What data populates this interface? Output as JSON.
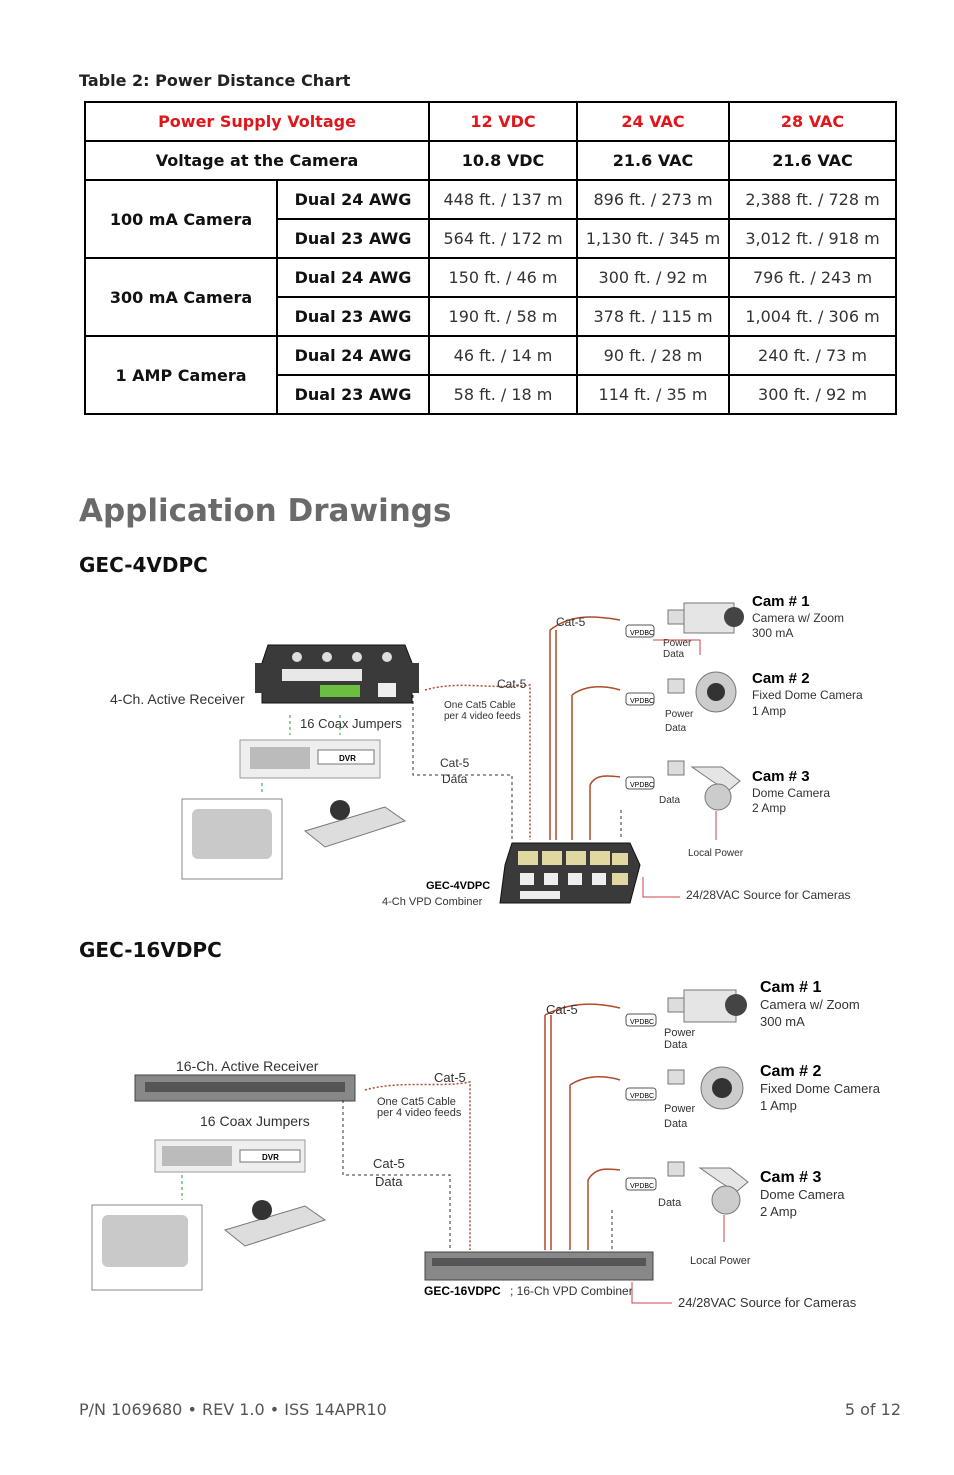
{
  "table": {
    "caption": "Table 2: Power Distance Chart",
    "header_label": "Power Supply Voltage",
    "header_values": [
      "12 VDC",
      "24 VAC",
      "28 VAC"
    ],
    "camera_label": "Voltage at the Camera",
    "camera_values": [
      "10.8 VDC",
      "21.6 VAC",
      "21.6 VAC"
    ],
    "groups": [
      {
        "name": "100 mA Camera",
        "rows": [
          {
            "wire": "Dual 24 AWG",
            "values": [
              "448 ft. / 137 m",
              "896 ft. / 273 m",
              "2,388 ft. / 728 m"
            ]
          },
          {
            "wire": "Dual 23 AWG",
            "values": [
              "564 ft. / 172 m",
              "1,130 ft. / 345 m",
              "3,012 ft. / 918 m"
            ]
          }
        ]
      },
      {
        "name": "300 mA Camera",
        "rows": [
          {
            "wire": "Dual 24 AWG",
            "values": [
              "150 ft. / 46 m",
              "300 ft. / 92 m",
              "796 ft. / 243 m"
            ]
          },
          {
            "wire": "Dual 23 AWG",
            "values": [
              "190 ft. / 58 m",
              "378 ft. / 115 m",
              "1,004 ft. / 306 m"
            ]
          }
        ]
      },
      {
        "name": "1 AMP Camera",
        "rows": [
          {
            "wire": "Dual 24 AWG",
            "values": [
              "46 ft. / 14 m",
              "90 ft. / 28 m",
              "240 ft. / 73 m"
            ]
          },
          {
            "wire": "Dual 23 AWG",
            "values": [
              "58 ft. / 18 m",
              "114 ft. / 35 m",
              "300 ft. / 92 m"
            ]
          }
        ]
      }
    ]
  },
  "section_title": "Application Drawings",
  "drawing1": {
    "title": "GEC-4VDPC",
    "receiver": "4-Ch. Active Receiver",
    "coax": "16 Coax Jumpers",
    "dvr": "DVR",
    "cat5_top": "Cat-5",
    "cat5_mid": "Cat-5",
    "one_cable_1": "One Cat5 Cable",
    "one_cable_2": "per 4 video feeds",
    "cat5_data_1": "Cat-5",
    "cat5_data_2": "Data",
    "combiner_1": "GEC-4VDPC",
    "combiner_2": "4-Ch VPD Combiner",
    "source": "24/28VAC Source for Cameras",
    "local_power": "Local Power",
    "vpdbc": "VPDBC",
    "cam1": [
      "Cam # 1",
      "Camera w/ Zoom",
      "300 mA"
    ],
    "cam2": [
      "Cam # 2",
      "Fixed Dome Camera",
      "1 Amp"
    ],
    "cam3": [
      "Cam # 3",
      "Dome Camera",
      "2 Amp"
    ],
    "power": "Power",
    "data": "Data"
  },
  "drawing2": {
    "title": "GEC-16VDPC",
    "receiver": "16-Ch. Active Receiver",
    "coax": "16 Coax Jumpers",
    "dvr": "DVR",
    "cat5_top": "Cat-5",
    "cat5_mid": "Cat-5",
    "one_cable_1": "One Cat5 Cable",
    "one_cable_2": "per 4 video feeds",
    "cat5_data_1": "Cat-5",
    "cat5_data_2": "Data",
    "combiner_bold": "GEC-16VDPC",
    "combiner_rest": "; 16-Ch VPD Combiner",
    "source": "24/28VAC Source for Cameras",
    "local_power": "Local Power",
    "vpdbc": "VPDBC",
    "cam1": [
      "Cam # 1",
      "Camera w/ Zoom",
      "300 mA"
    ],
    "cam2": [
      "Cam # 2",
      "Fixed Dome Camera",
      "1 Amp"
    ],
    "cam3": [
      "Cam # 3",
      "Dome Camera",
      "2 Amp"
    ],
    "power": "Power",
    "data": "Data"
  },
  "footer": {
    "part": "P/N 1069680 • REV 1.0 • ISS 14APR10",
    "page": "5 of 12"
  }
}
